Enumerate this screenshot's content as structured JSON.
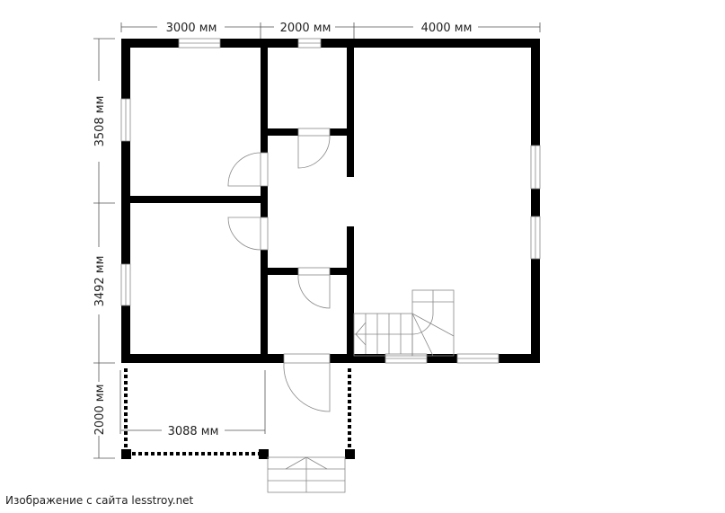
{
  "dimensions": {
    "top_left": "3000 мм",
    "top_middle": "2000 мм",
    "top_right": "4000 мм",
    "left_upper": "3508 мм",
    "left_lower": "3492 мм",
    "porch_depth": "2000 мм",
    "porch_width": "3088 мм"
  },
  "credit": "Изображение с сайта lesstroy.net"
}
